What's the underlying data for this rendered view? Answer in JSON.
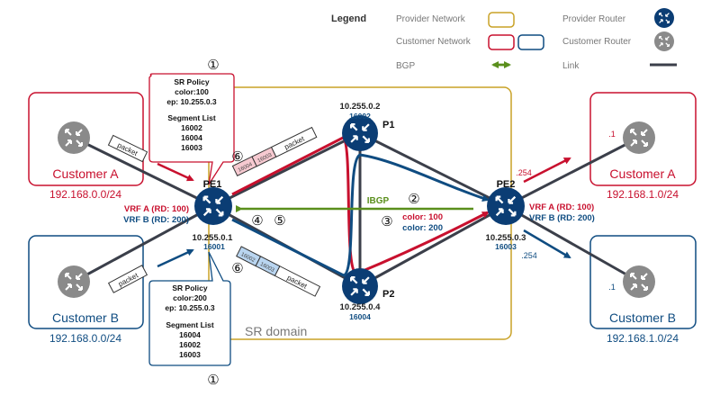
{
  "legend": {
    "title": "Legend",
    "provider_network": "Provider Network",
    "customer_network": "Customer Network",
    "bgp": "BGP",
    "provider_router": "Provider Router",
    "customer_router": "Customer Router",
    "link": "Link"
  },
  "colors": {
    "red": "#c8102e",
    "blue": "#0f4c81",
    "gold": "#c9a227",
    "green": "#5a8f1c",
    "router_blue": "#0b3d74",
    "customer_gray": "#8a8a8a",
    "link": "#3b3f4a"
  },
  "domain_label": "SR domain",
  "pe1": {
    "name": "PE1",
    "ip": "10.255.0.1",
    "sid": "16001",
    "vrf_a": "VRF A (RD: 100)",
    "vrf_b": "VRF B (RD: 200)"
  },
  "pe2": {
    "name": "PE2",
    "ip": "10.255.0.3",
    "sid": "16003",
    "vrf_a": "VRF A (RD: 100)",
    "vrf_b": "VRF B (RD: 200)",
    "if_a": ".254",
    "if_b": ".254"
  },
  "p1": {
    "name": "P1",
    "ip": "10.255.0.2",
    "sid": "16002"
  },
  "p2": {
    "name": "P2",
    "ip": "10.255.0.4",
    "sid": "16004"
  },
  "cust_a_left": {
    "name": "Customer A",
    "subnet": "192.168.0.0/24"
  },
  "cust_b_left": {
    "name": "Customer B",
    "subnet": "192.168.0.0/24"
  },
  "cust_a_right": {
    "name": "Customer A",
    "subnet": "192.168.1.0/24",
    "host": ".1"
  },
  "cust_b_right": {
    "name": "Customer B",
    "subnet": "192.168.1.0/24",
    "host": ".1"
  },
  "policy_a": {
    "l1": "SR Policy",
    "l2": "color:100",
    "l3": "ep: 10.255.0.3",
    "l4": "Segment List",
    "l5": "16002",
    "l6": "16004",
    "l7": "16003"
  },
  "policy_b": {
    "l1": "SR Policy",
    "l2": "color:200",
    "l3": "ep: 10.255.0.3",
    "l4": "Segment List",
    "l5": "16004",
    "l6": "16002",
    "l7": "16003"
  },
  "bgp": {
    "label": "IBGP",
    "color_100": "color: 100",
    "color_200": "color: 200"
  },
  "packet": {
    "label": "packet",
    "red_stack": [
      "16004",
      "16003"
    ],
    "blue_stack": [
      "16002",
      "16003"
    ]
  },
  "steps": {
    "s1": "①",
    "s2": "②",
    "s3": "③",
    "s4": "④",
    "s5": "⑤",
    "s6": "⑥"
  }
}
